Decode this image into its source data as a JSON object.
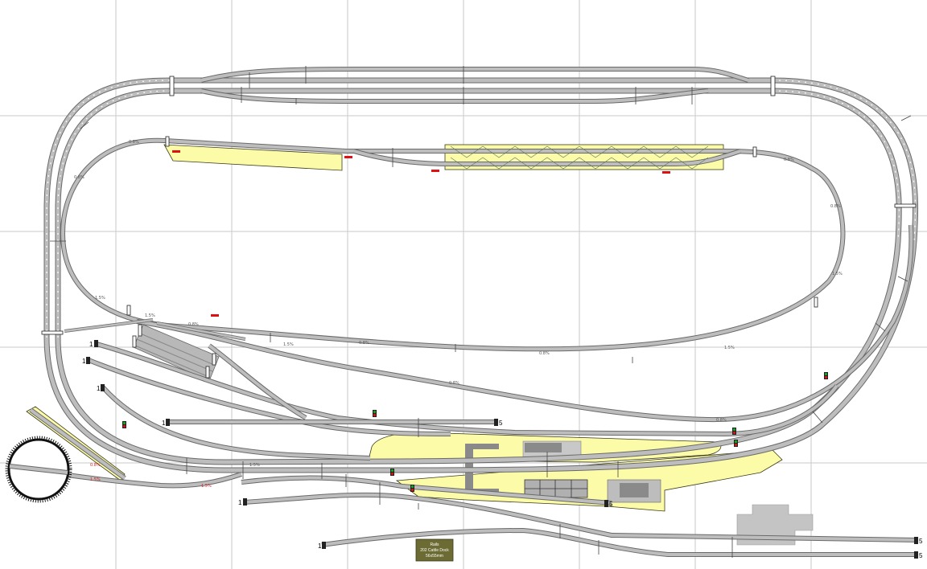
{
  "plan": {
    "colors": {
      "grid": "#c8c8c8",
      "track_fill": "#bdbdbd",
      "track_edge": "#6a6a6a",
      "platform": "#fcfca8",
      "platform_edge": "#3a3a1a",
      "building": "#bcbcbc",
      "label_box": "#6b6b33",
      "signal_red": "#dd1111",
      "signal_green": "#11aa22"
    },
    "grade_labels": {
      "g1": "0.8%",
      "g2": "0.8%",
      "g3": "0.8%",
      "g4": "0.8%",
      "g5": "1.5%",
      "g6": "1.5%",
      "g7": "1.5%",
      "g8": "0.8%",
      "g9": "0.8%",
      "g10": "0.8%",
      "g11": "1.5%",
      "g12": "1.5%",
      "g13": "0.8%",
      "g14": "0.8%",
      "g15": "1.5%",
      "g16": "0.8%",
      "g17": "1.5%",
      "g18": "1.5%"
    },
    "bumpers": {
      "b1": "1",
      "b2": "1",
      "b3": "1",
      "b4": "1",
      "b5": "5",
      "b6": "1",
      "b7": "5",
      "b8": "1",
      "b9": "5",
      "b10": "5"
    },
    "info_label": {
      "line1": "Rails",
      "line2": "202 Cattle Dock",
      "line3": "56x55mm"
    }
  }
}
